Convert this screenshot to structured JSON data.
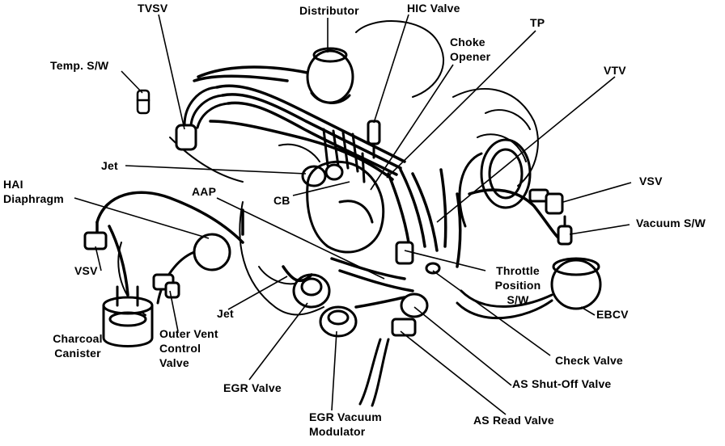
{
  "diagram": {
    "labels": {
      "tvsv": "TVSV",
      "distributor": "Distributor",
      "hic_valve": "HIC Valve",
      "tp": "TP",
      "choke_opener": [
        "Choke",
        "Opener"
      ],
      "temp_sw": "Temp. S/W",
      "vtv": "VTV",
      "jet_upper": "Jet",
      "vsv_right": "VSV",
      "hai_diaphragm": [
        "HAI",
        "Diaphragm"
      ],
      "aap": "AAP",
      "cb": "CB",
      "vacuum_sw": "Vacuum S/W",
      "vsv_left": "VSV",
      "throttle_position_sw": [
        "Throttle",
        "Position",
        "S/W"
      ],
      "ebcv": "EBCV",
      "jet_lower": "Jet",
      "charcoal_canister": [
        "Charcoal",
        "Canister"
      ],
      "outer_vent_control_valve": [
        "Outer Vent",
        "Control",
        "Valve"
      ],
      "check_valve": "Check Valve",
      "as_shutoff_valve": "AS Shut-Off Valve",
      "egr_valve": "EGR Valve",
      "egr_vacuum_modulator": [
        "EGR Vacuum",
        "Modulator"
      ],
      "as_read_valve": "AS Read Valve"
    }
  }
}
